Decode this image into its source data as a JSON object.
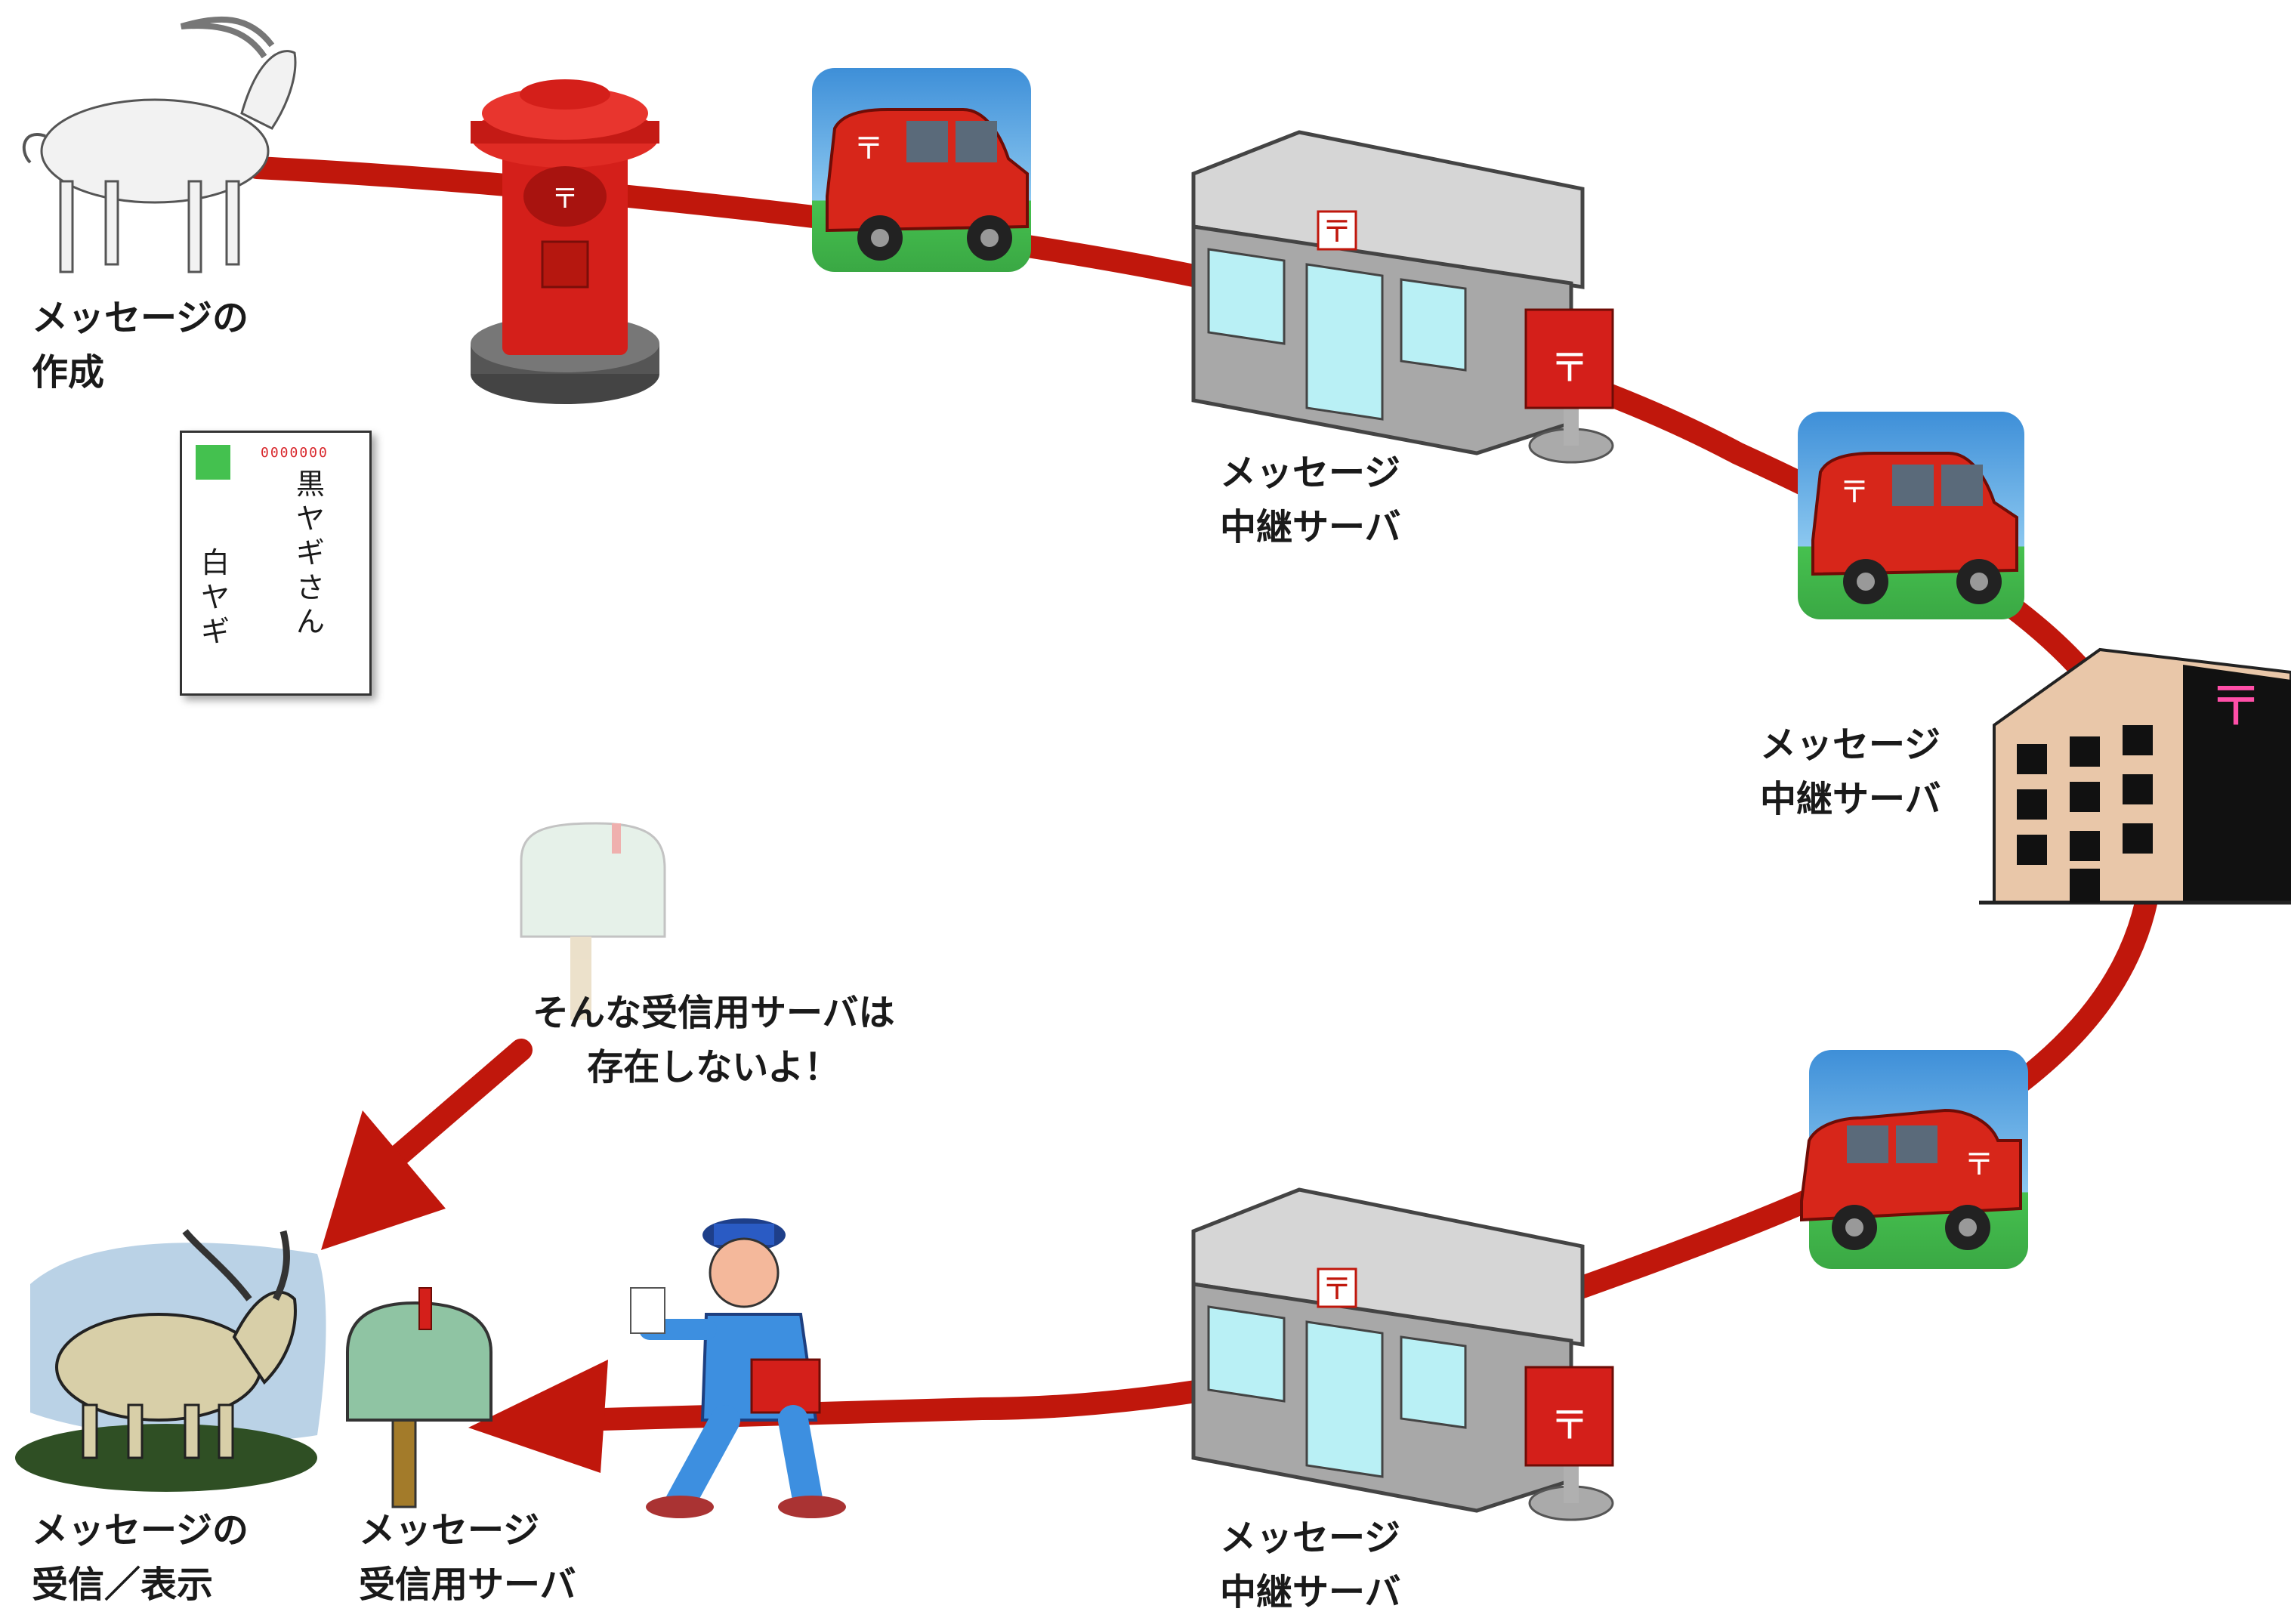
{
  "labels": {
    "compose": [
      "メッセージの",
      "作成"
    ],
    "relay1": [
      "メッセージ",
      "中継サーバ"
    ],
    "relay2": [
      "メッセージ",
      "中継サーバ"
    ],
    "relay3": [
      "メッセージ",
      "中継サーバ"
    ],
    "receive_server": [
      "メッセージ",
      "受信用サーバ"
    ],
    "receive_display": [
      "メッセージの",
      "受信／表示"
    ],
    "no_server_note": [
      "そんな受信用サーバは",
      "存在しないよ！"
    ]
  },
  "postcard": {
    "zip": "0000000",
    "to": [
      "黒",
      "ヤ",
      "ギ",
      "さ",
      "ん"
    ],
    "from": [
      "白",
      "ヤ",
      "ギ"
    ]
  },
  "icons": {
    "post_office_mark": "〒",
    "van_mark": "〒"
  },
  "colors": {
    "route": "#c0170c",
    "van": "#d7261a",
    "post_office_roof": "#d0d0d0",
    "building": "#e9c7a9",
    "sky": "#57a8e3",
    "grass": "#46c14f"
  }
}
